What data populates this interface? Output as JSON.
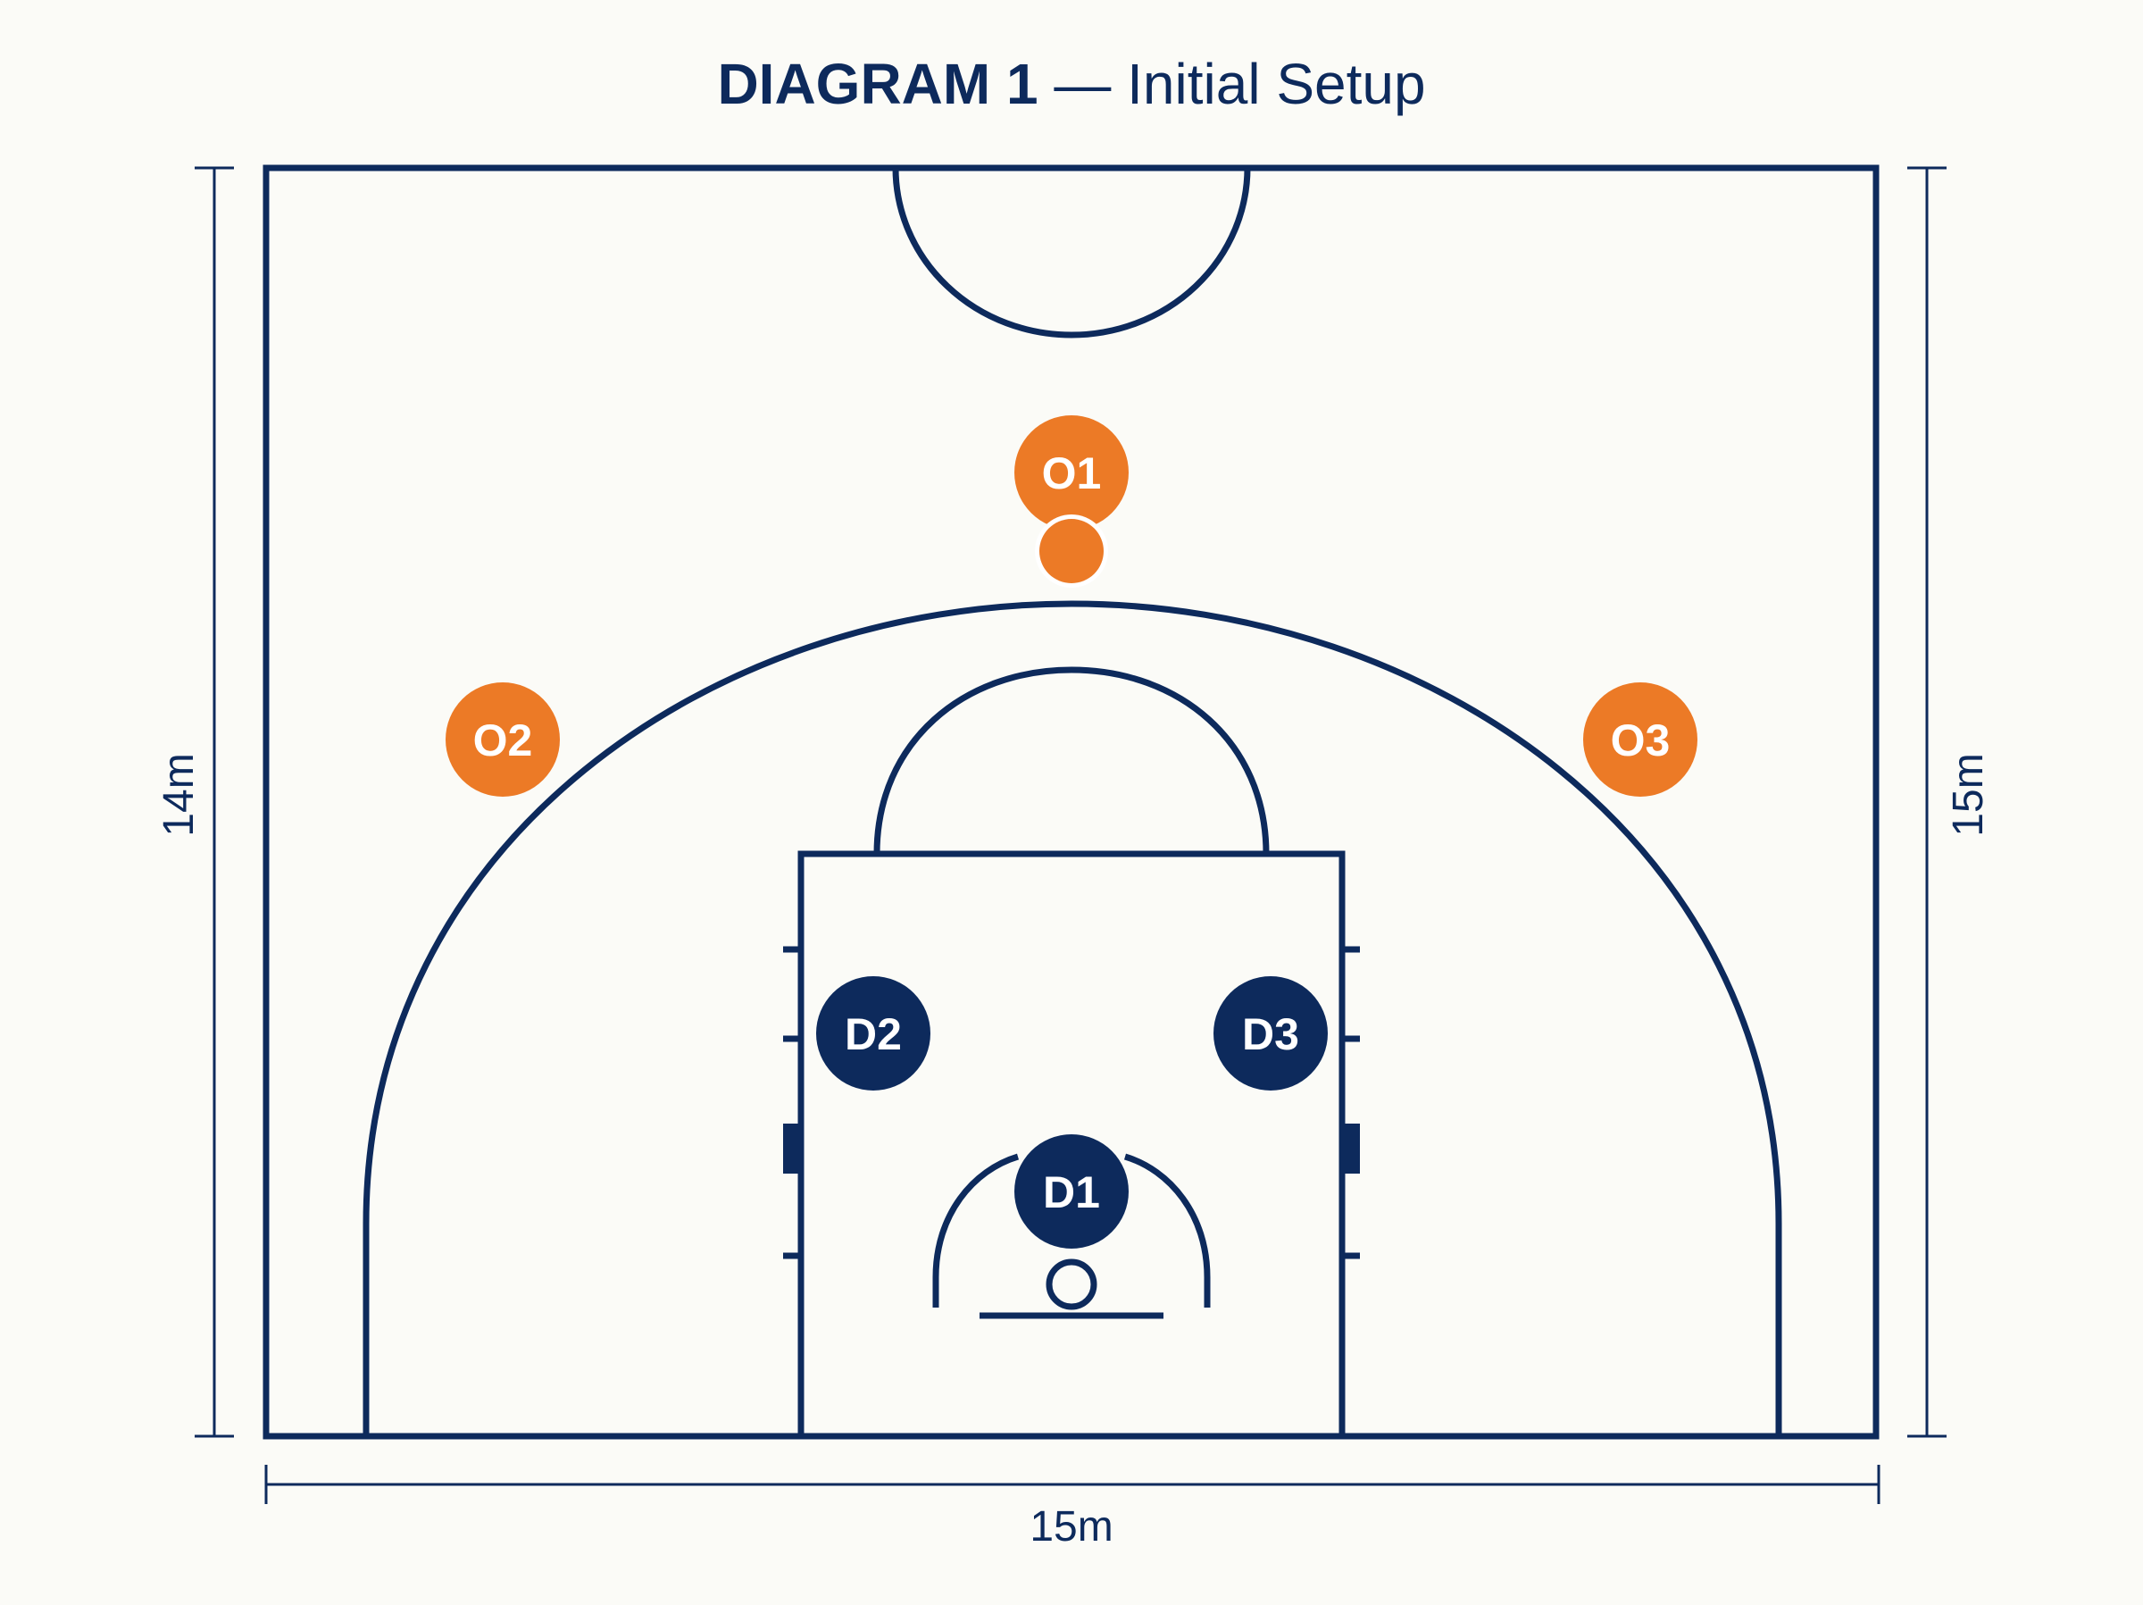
{
  "title": {
    "bold": "DIAGRAM 1",
    "separator": " — ",
    "normal": "Initial Setup"
  },
  "dimensions": {
    "left": "14m",
    "right": "15m",
    "bottom": "15m"
  },
  "players": {
    "offense": [
      {
        "id": "o1",
        "label": "O1",
        "has_ball": true
      },
      {
        "id": "o2",
        "label": "O2",
        "has_ball": false
      },
      {
        "id": "o3",
        "label": "O3",
        "has_ball": false
      }
    ],
    "defense": [
      {
        "id": "d1",
        "label": "D1"
      },
      {
        "id": "d2",
        "label": "D2"
      },
      {
        "id": "d3",
        "label": "D3"
      }
    ]
  },
  "colors": {
    "court_lines": "#0d2a5c",
    "offense": "#ec7a26",
    "defense": "#0d2a5c",
    "background": "#fbfbf7"
  }
}
